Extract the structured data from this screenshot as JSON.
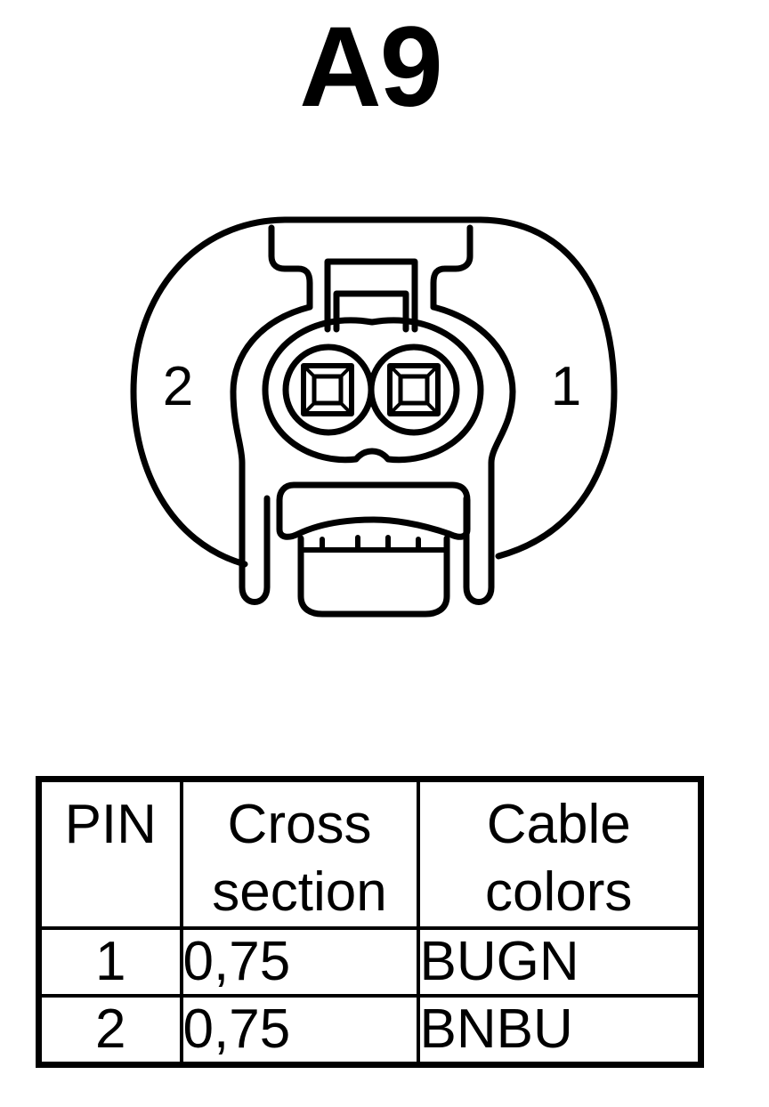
{
  "title": "A9",
  "connector": {
    "pin_labels": [
      "2",
      "1"
    ]
  },
  "table": {
    "headers": [
      {
        "lines": [
          "PIN",
          ""
        ]
      },
      {
        "lines": [
          "Cross",
          "section"
        ]
      },
      {
        "lines": [
          "Cable",
          "colors"
        ]
      }
    ],
    "rows": [
      {
        "pin": "1",
        "cross_section": "0,75",
        "cable_color": "BUGN"
      },
      {
        "pin": "2",
        "cross_section": "0,75",
        "cable_color": "BNBU"
      }
    ]
  }
}
